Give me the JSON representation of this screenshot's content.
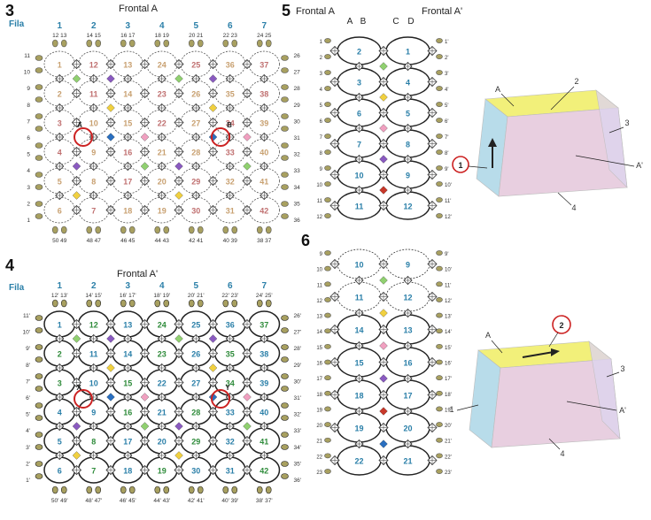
{
  "panel3": {
    "number": "3",
    "title": "Frontal A",
    "fila_label": "Fila",
    "columns": [
      "1",
      "2",
      "3",
      "4",
      "5",
      "6",
      "7"
    ],
    "top_pairs": [
      "12 13",
      "14 15",
      "16 17",
      "18 19",
      "20 21",
      "22 23",
      "24 25"
    ],
    "bottom_pairs": [
      "50 49",
      "48 47",
      "46 45",
      "44 43",
      "42 41",
      "40 39",
      "38 37"
    ],
    "left_nums": [
      "11",
      "10",
      "9",
      "8",
      "7",
      "6",
      "5",
      "4",
      "3",
      "2",
      "1"
    ],
    "right_nums": [
      "26",
      "27",
      "28",
      "29",
      "30",
      "31",
      "32",
      "33",
      "34",
      "35",
      "36"
    ],
    "cells": [
      [
        "1",
        "12",
        "13",
        "24",
        "25",
        "36",
        "37"
      ],
      [
        "2",
        "11",
        "14",
        "23",
        "26",
        "35",
        "38"
      ],
      [
        "3",
        "10",
        "15",
        "22",
        "27",
        "34",
        "39"
      ],
      [
        "4",
        "9",
        "16",
        "21",
        "28",
        "33",
        "40"
      ],
      [
        "5",
        "8",
        "17",
        "20",
        "29",
        "32",
        "41"
      ],
      [
        "6",
        "7",
        "18",
        "19",
        "30",
        "31",
        "42"
      ]
    ],
    "markers": [
      "A",
      "B"
    ]
  },
  "panel4": {
    "number": "4",
    "title": "Frontal A'",
    "fila_label": "Fila",
    "columns": [
      "1",
      "2",
      "3",
      "4",
      "5",
      "6",
      "7"
    ],
    "top_pairs": [
      "12' 13'",
      "14' 15'",
      "16' 17'",
      "18' 19'",
      "20' 21'",
      "22' 23'",
      "24' 25'"
    ],
    "bottom_pairs": [
      "50' 49'",
      "48' 47'",
      "46' 45'",
      "44' 43'",
      "42' 41'",
      "40' 39'",
      "38' 37'"
    ],
    "left_nums": [
      "11'",
      "10'",
      "9'",
      "8'",
      "7'",
      "6'",
      "5'",
      "4'",
      "3'",
      "2'",
      "1'"
    ],
    "right_nums": [
      "26'",
      "27'",
      "28'",
      "29'",
      "30'",
      "31'",
      "32'",
      "33'",
      "34'",
      "35'",
      "36'"
    ],
    "cells": [
      [
        "1",
        "12",
        "13",
        "24",
        "25",
        "36",
        "37"
      ],
      [
        "2",
        "11",
        "14",
        "23",
        "26",
        "35",
        "38"
      ],
      [
        "3",
        "10",
        "15",
        "22",
        "27",
        "34",
        "39"
      ],
      [
        "4",
        "9",
        "16",
        "21",
        "28",
        "33",
        "40"
      ],
      [
        "5",
        "8",
        "17",
        "20",
        "29",
        "32",
        "41"
      ],
      [
        "6",
        "7",
        "18",
        "19",
        "30",
        "31",
        "42"
      ]
    ],
    "markers": [
      "X",
      "Y"
    ]
  },
  "panel5": {
    "number": "5",
    "title_left": "Frontal A",
    "title_right": "Frontal A'",
    "col_letters": [
      "A",
      "B",
      "C",
      "D"
    ],
    "cells": [
      [
        "2",
        "1"
      ],
      [
        "3",
        "4"
      ],
      [
        "6",
        "5"
      ],
      [
        "7",
        "8"
      ],
      [
        "10",
        "9"
      ],
      [
        "11",
        "12"
      ]
    ],
    "left_nums": [
      "1",
      "2",
      "3",
      "4",
      "5",
      "6",
      "7",
      "8",
      "9",
      "10",
      "11",
      "12"
    ],
    "right_nums": [
      "1'",
      "2'",
      "3'",
      "4'",
      "5'",
      "6'",
      "7'",
      "8'",
      "9'",
      "10'",
      "11'",
      "12'"
    ]
  },
  "panel6": {
    "number": "6",
    "cells": [
      [
        "10",
        "9"
      ],
      [
        "11",
        "12"
      ],
      [
        "14",
        "13"
      ],
      [
        "15",
        "16"
      ],
      [
        "18",
        "17"
      ],
      [
        "19",
        "20"
      ],
      [
        "22",
        "21"
      ]
    ],
    "left_nums": [
      "9",
      "10",
      "11",
      "12",
      "13",
      "14",
      "15",
      "16",
      "17",
      "18",
      "19",
      "20",
      "21",
      "22",
      "23"
    ],
    "right_nums": [
      "9'",
      "10'",
      "11'",
      "12'",
      "13'",
      "14'",
      "15'",
      "16'",
      "17'",
      "18'",
      "19'",
      "20'",
      "21'",
      "22'",
      "23'"
    ]
  },
  "box1": {
    "labels": [
      "A",
      "2",
      "3",
      "A'",
      "4"
    ],
    "step": "1"
  },
  "box2": {
    "labels": [
      "A",
      "2",
      "3",
      "A'",
      "4",
      "1"
    ],
    "step": "2"
  },
  "colors": {
    "line": "#333333",
    "blue_num": "#2a7fa8",
    "green_num": "#2e8b3a",
    "tan_num": "#c8a070",
    "pink_num": "#c07070",
    "bead_olive": "#a8a060",
    "marker_red": "#cc2222",
    "bead_blue": "#2a6fc0",
    "bead_red": "#c8382a",
    "bead_purple": "#8a5ac0",
    "bead_green": "#90d070",
    "bead_yellow": "#f0d040",
    "bead_pink": "#f0a0c0",
    "box_yellow": "#f2f07a",
    "box_pink": "#e8cfe0",
    "box_lavender": "#ddd4ee",
    "box_blue": "#b8dcea"
  }
}
